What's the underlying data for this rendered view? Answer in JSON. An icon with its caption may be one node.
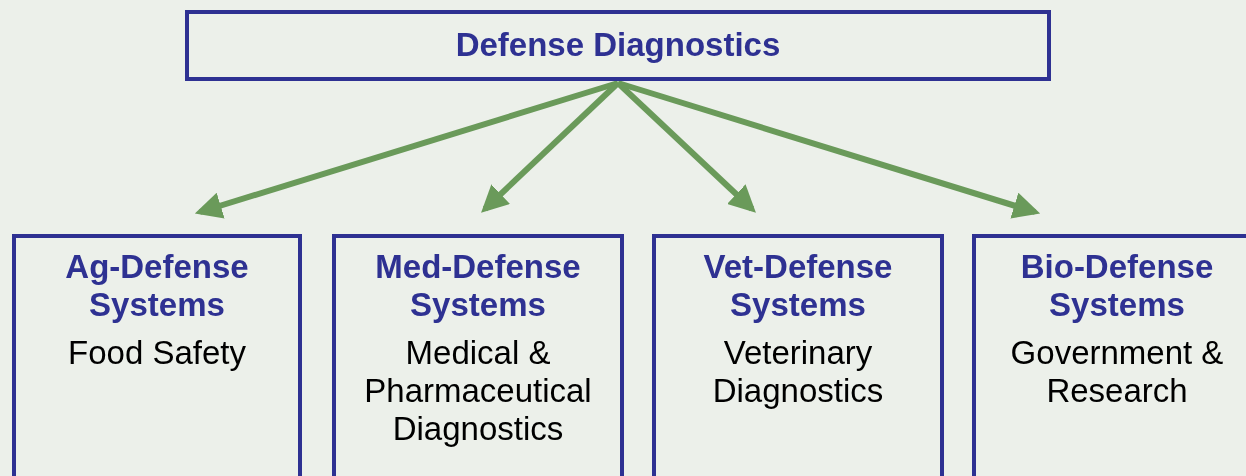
{
  "diagram": {
    "nodes": [
      {
        "text": [
          "Defense Diagnostics"
        ]
      },
      {
        "text": [
          "Ag-Defense Systems",
          "Food Safety"
        ]
      },
      {
        "text": [
          "Med-Defense Systems",
          "Medical & Pharmaceutical Diagnostics"
        ]
      },
      {
        "text": [
          "Vet-Defense Systems",
          "Veterinary Diagnostics"
        ]
      },
      {
        "text": [
          "Bio-Defense Systems",
          "Government & Research"
        ]
      }
    ],
    "edges": [
      {
        "from": 0,
        "to": 1,
        "arrow": "to"
      },
      {
        "from": 0,
        "to": 2,
        "arrow": "to"
      },
      {
        "from": 0,
        "to": 3,
        "arrow": "to"
      },
      {
        "from": 0,
        "to": 4,
        "arrow": "to"
      }
    ]
  }
}
